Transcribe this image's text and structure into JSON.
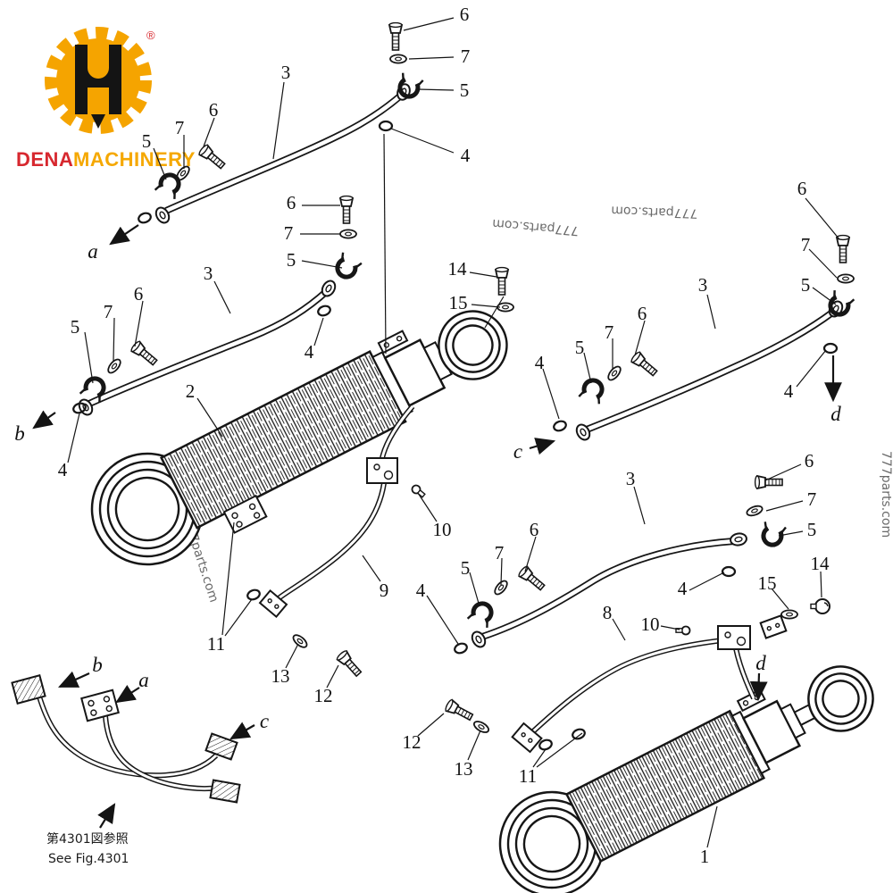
{
  "brand": {
    "dena": "DENA",
    "machinery": "MACHINERY",
    "registered": "®"
  },
  "watermark": {
    "text": "777parts.com"
  },
  "note": {
    "jp": "第4301図参照",
    "en": "See Fig.4301"
  },
  "labels": {
    "p1": "1",
    "p2": "2",
    "p3": "3",
    "p4": "4",
    "p5": "5",
    "p6": "6",
    "p7": "7",
    "p8": "8",
    "p9": "9",
    "p10": "10",
    "p11": "11",
    "p12": "12",
    "p13": "13",
    "p14": "14",
    "p15": "15",
    "a": "a",
    "b": "b",
    "c": "c",
    "d": "d"
  }
}
